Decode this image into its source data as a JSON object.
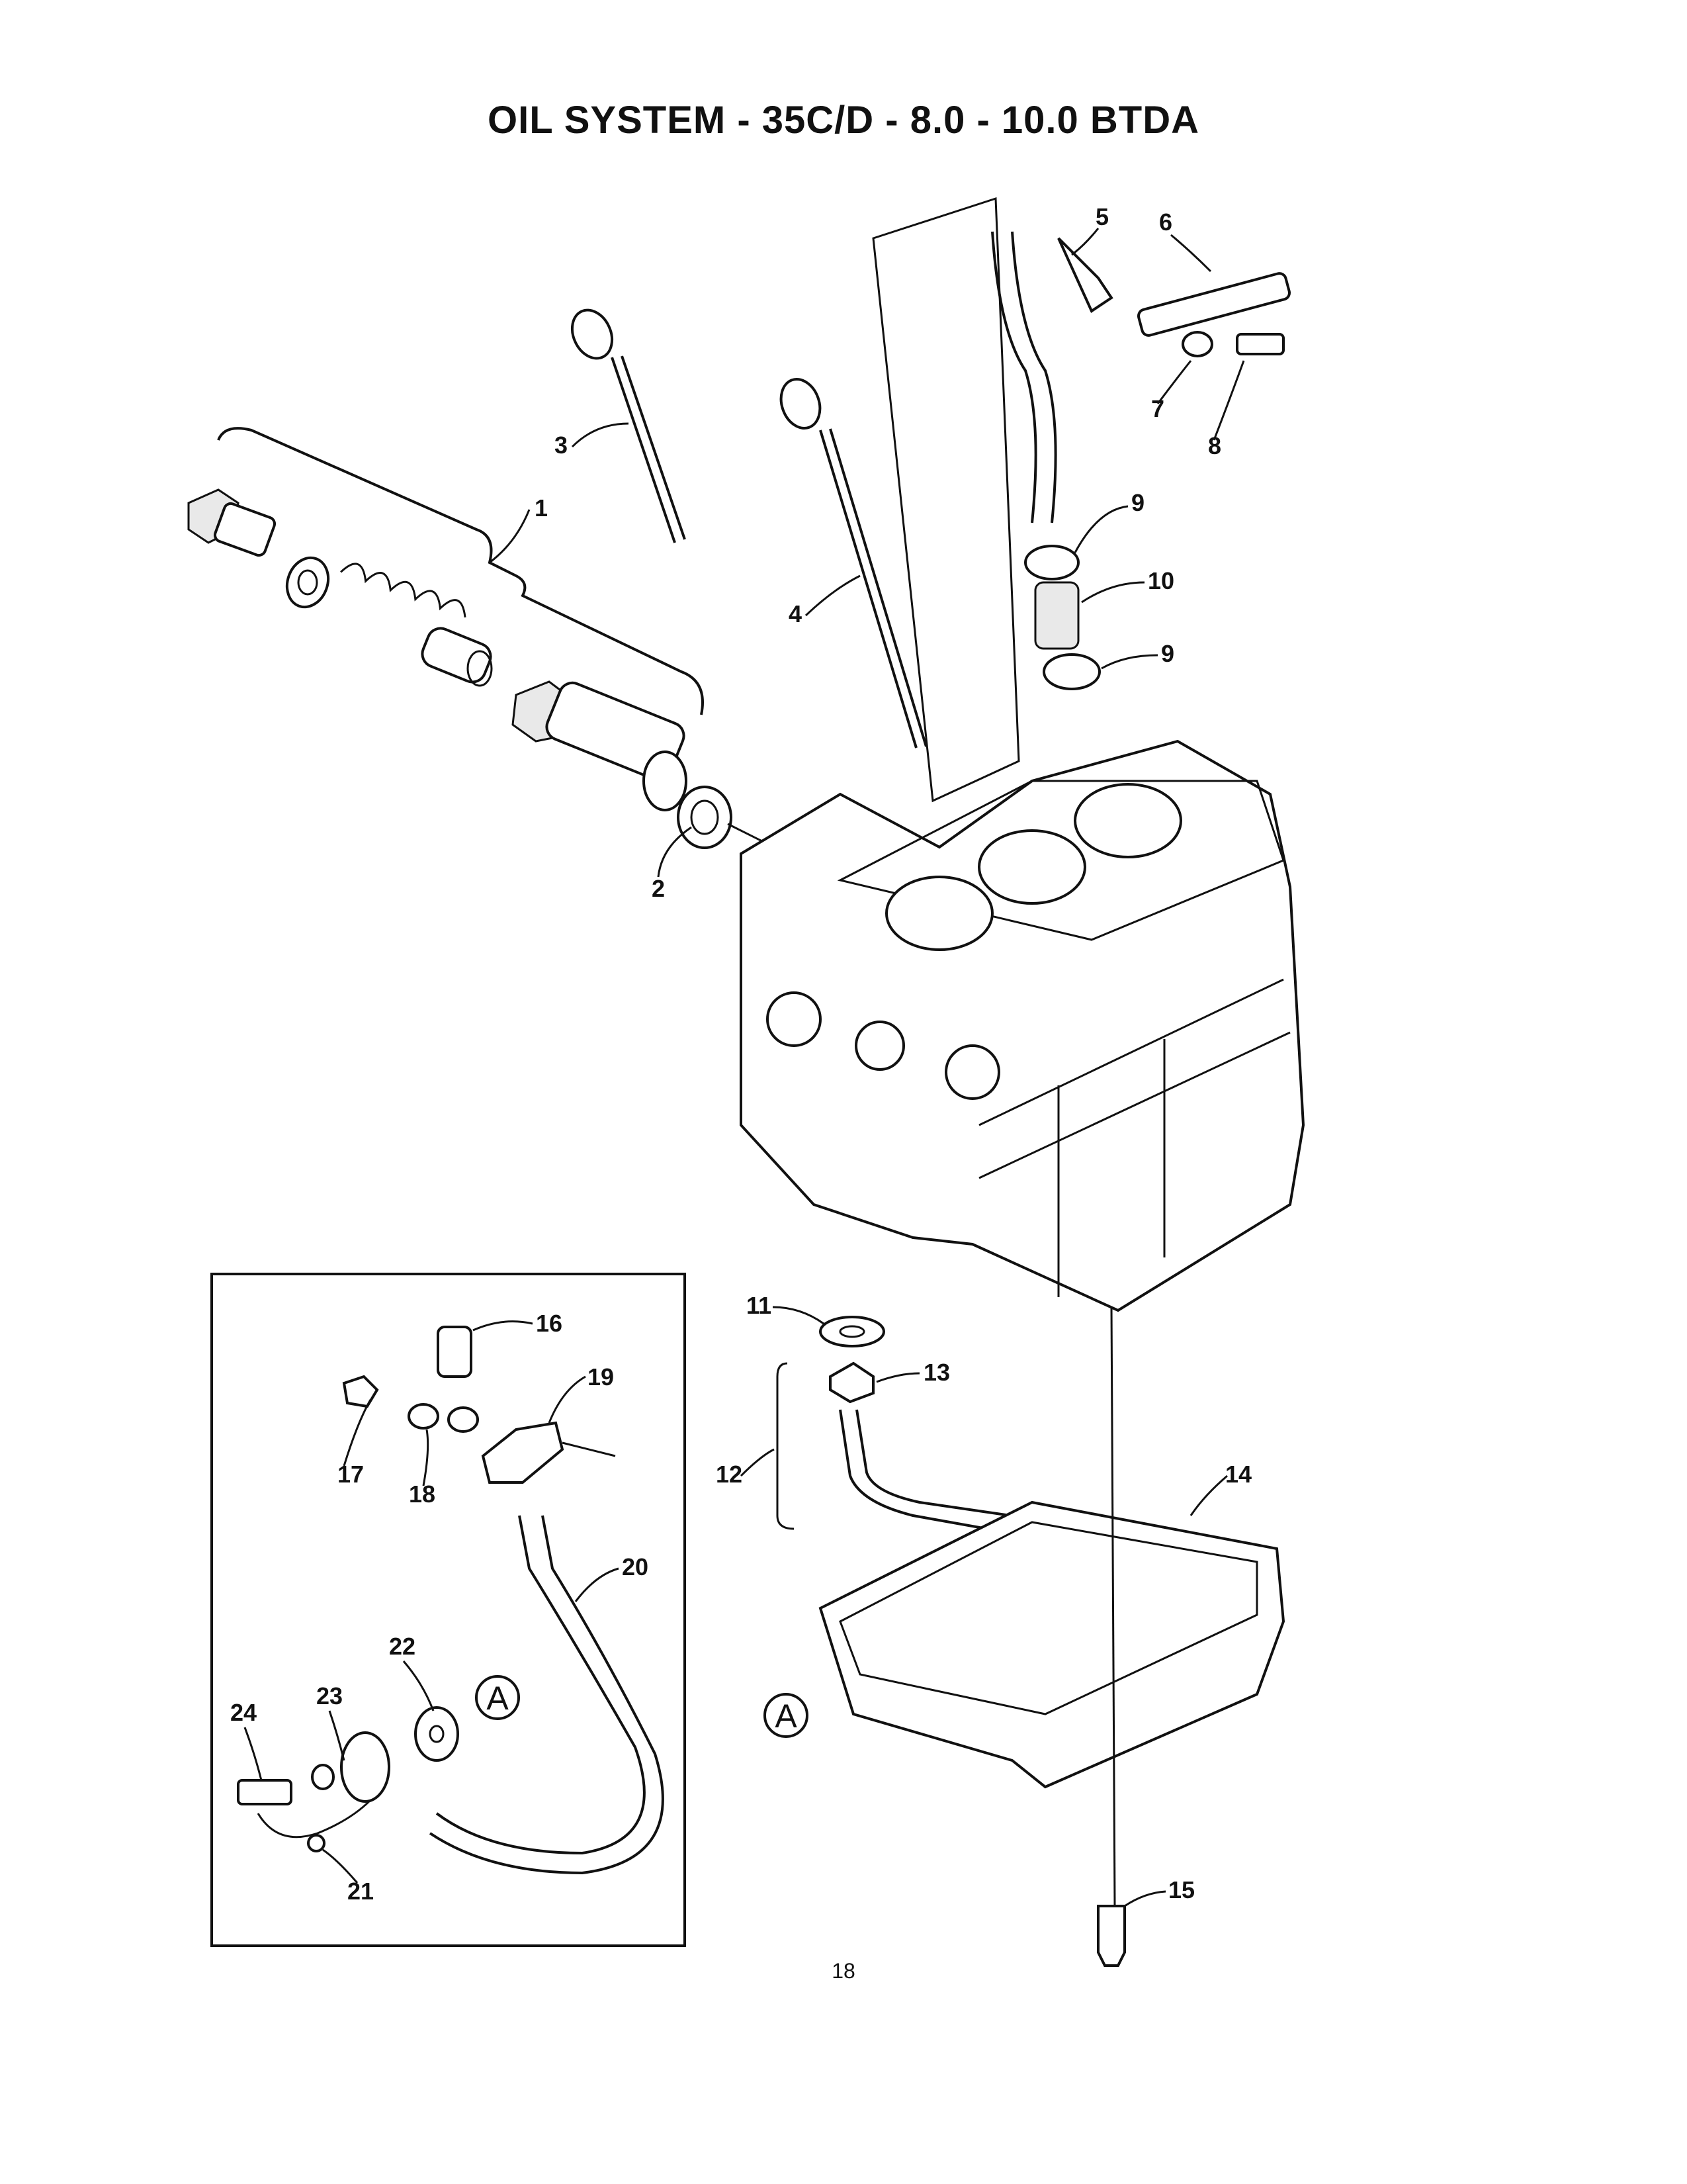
{
  "title": "OIL SYSTEM - 35C/D - 8.0 - 10.0 BTDA",
  "page_number": "18",
  "reference_letter": "A",
  "callouts": {
    "c1": "1",
    "c2": "2",
    "c3": "3",
    "c4": "4",
    "c5": "5",
    "c6": "6",
    "c7": "7",
    "c8": "8",
    "c9a": "9",
    "c9b": "9",
    "c10": "10",
    "c11": "11",
    "c12": "12",
    "c13": "13",
    "c14": "14",
    "c15": "15",
    "c16": "16",
    "c17": "17",
    "c18": "18",
    "c19": "19",
    "c20": "20",
    "c21": "21",
    "c22": "22",
    "c23": "23",
    "c24": "24"
  }
}
